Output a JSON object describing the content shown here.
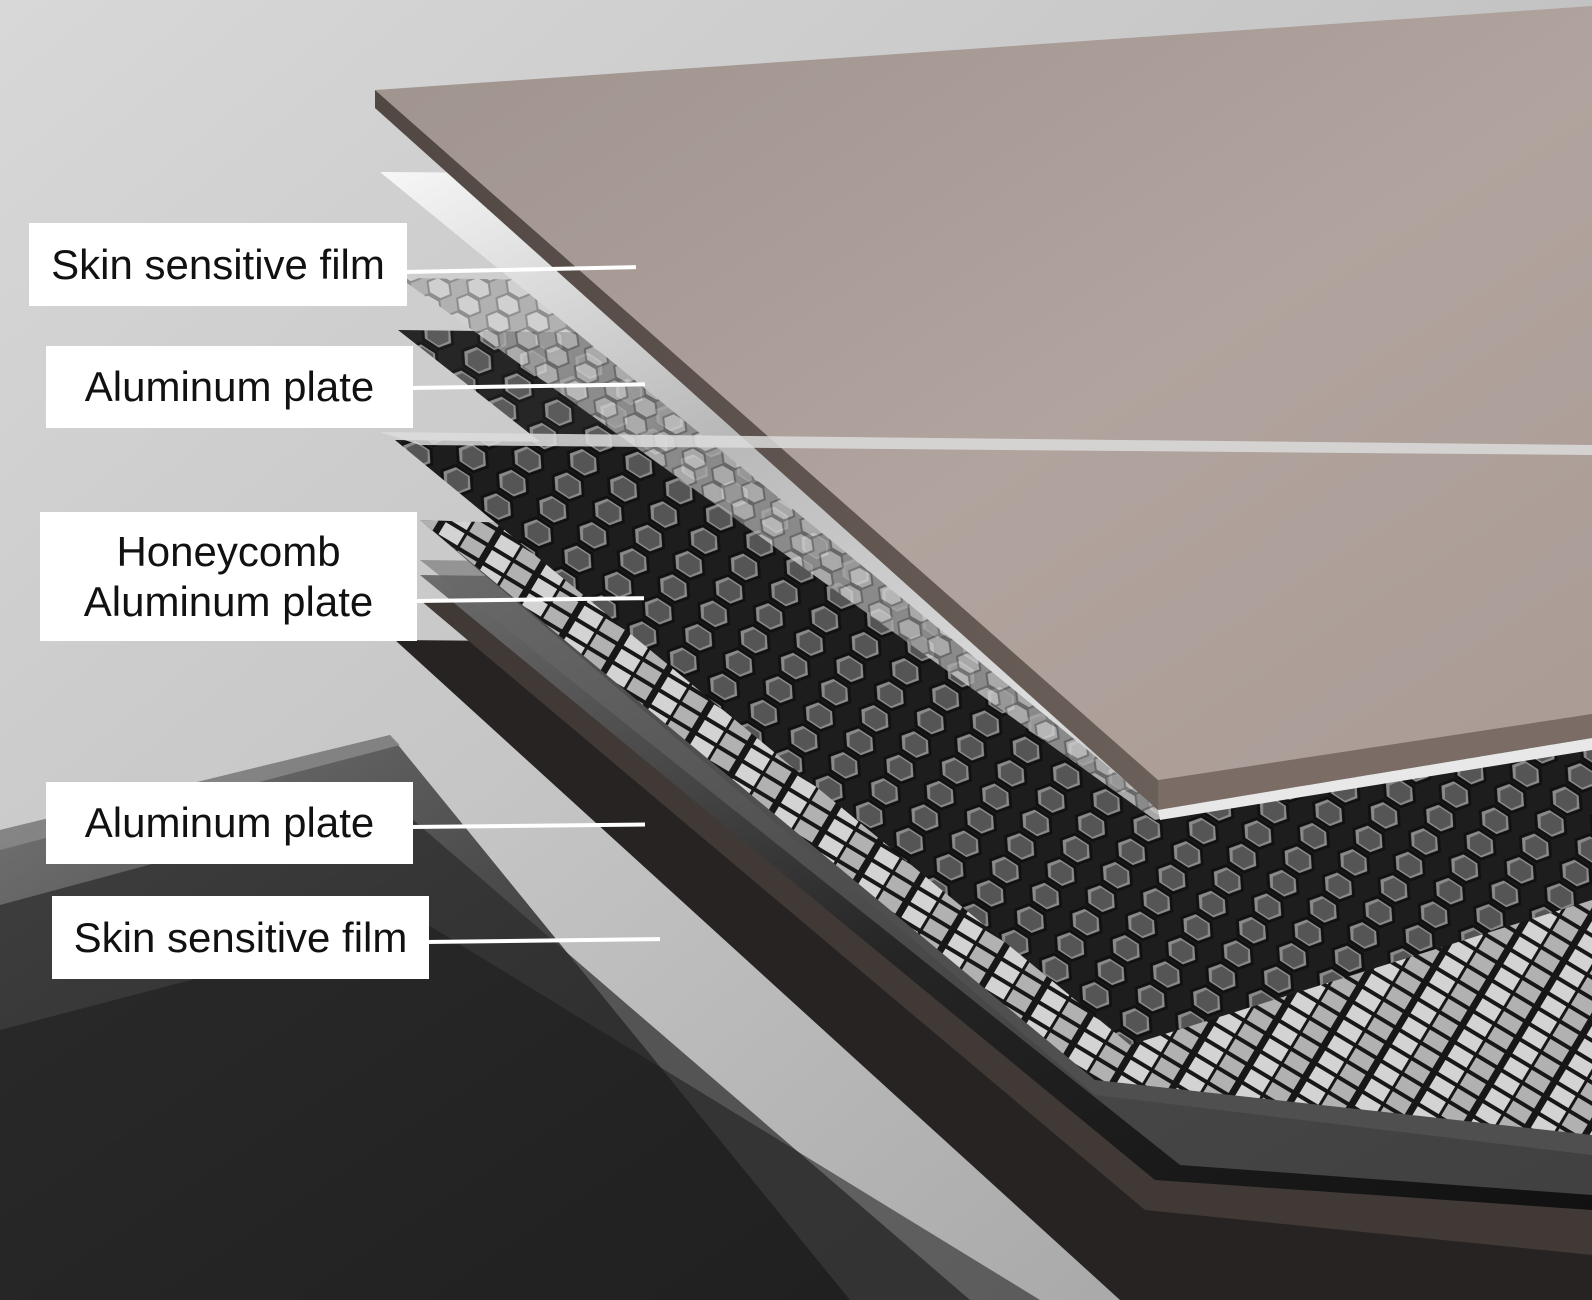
{
  "labels": {
    "top_film": "Skin sensitive film",
    "top_plate": "Aluminum plate",
    "honeycomb_line1": "Honeycomb",
    "honeycomb_line2": "Aluminum plate",
    "bottom_plate": "Aluminum plate",
    "bottom_film": "Skin sensitive film"
  },
  "colors": {
    "background": "#b9b9b9",
    "top_film_surface": "#ad9f98",
    "top_film_edge": "#6e625b",
    "aluminum_silver": "#d7d7d7",
    "honeycomb_dark": "#222222",
    "honeycomb_light": "#8d8d8d",
    "bottom_plate": "#8f8f8f",
    "bottom_film": "#2e2b29",
    "label_box": "#ffffff",
    "leader_line": "#ffffff"
  },
  "icons": {
    "layers": "layered-material-illustration"
  }
}
